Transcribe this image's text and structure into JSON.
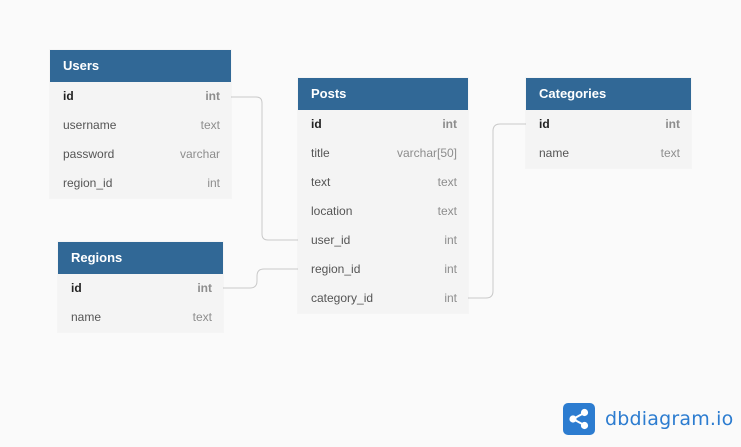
{
  "tables": {
    "users": {
      "title": "Users",
      "fields": [
        {
          "name": "id",
          "type": "int"
        },
        {
          "name": "username",
          "type": "text"
        },
        {
          "name": "password",
          "type": "varchar"
        },
        {
          "name": "region_id",
          "type": "int"
        }
      ]
    },
    "posts": {
      "title": "Posts",
      "fields": [
        {
          "name": "id",
          "type": "int"
        },
        {
          "name": "title",
          "type": "varchar[50]"
        },
        {
          "name": "text",
          "type": "text"
        },
        {
          "name": "location",
          "type": "text"
        },
        {
          "name": "user_id",
          "type": "int"
        },
        {
          "name": "region_id",
          "type": "int"
        },
        {
          "name": "category_id",
          "type": "int"
        }
      ]
    },
    "categories": {
      "title": "Categories",
      "fields": [
        {
          "name": "id",
          "type": "int"
        },
        {
          "name": "name",
          "type": "text"
        }
      ]
    },
    "regions": {
      "title": "Regions",
      "fields": [
        {
          "name": "id",
          "type": "int"
        },
        {
          "name": "name",
          "type": "text"
        }
      ]
    }
  },
  "brand": {
    "name": "dbdiagram.io",
    "logo_icon": "share-nodes-icon",
    "color": "#2c7cd0"
  },
  "colors": {
    "header_bg": "#316896",
    "header_text": "#ffffff",
    "table_bg": "#f4f4f4",
    "connector": "#c9c9c9",
    "canvas_bg": "#fafafa"
  }
}
